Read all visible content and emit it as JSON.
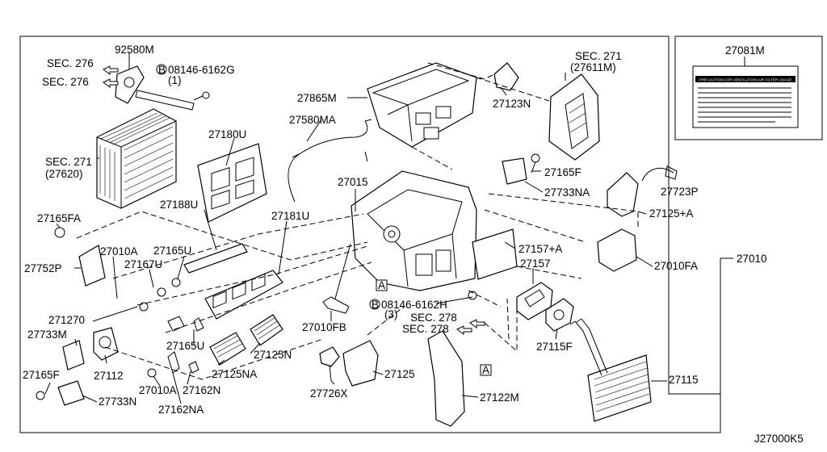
{
  "diagram_code": "J27000K5",
  "labels": {
    "p92580m": "92580M",
    "sec276a": "SEC. 276",
    "sec276b": "SEC. 276",
    "bolt1": "08146-6162G",
    "bolt1_qty": "(1)",
    "sec271a": "SEC. 271",
    "sec271a_ref": "(27620)",
    "p27180u": "27180U",
    "p27580ma": "27580MA",
    "p27865m": "27865M",
    "p27123n": "27123N",
    "sec271b": "SEC. 271",
    "sec271b_ref": "(27611M)",
    "p27081m": "27081M",
    "p27165f_top": "27165F",
    "p27733na": "27733NA",
    "p27723p": "27723P",
    "p27125a": "27125+A",
    "p27010": "27010",
    "p27015": "27015",
    "p27188u": "27188U",
    "p27181u": "27181U",
    "p27165fa": "27165FA",
    "p27752p": "27752P",
    "p27010a_top": "27010A",
    "p27167u": "27167U",
    "p27165u_top": "27165U",
    "p27157a": "27157+A",
    "p27157": "27157",
    "p27010fa": "27010FA",
    "p271270": "271270",
    "p27733m": "27733M",
    "p27165f_left": "27165F",
    "p27112": "27112",
    "p27010a_bot": "27010A",
    "p27162n": "27162N",
    "p27162na": "27162NA",
    "p27733n": "27733N",
    "p27165u_bot": "27165U",
    "p27125n": "27125N",
    "p27125na": "27125NA",
    "p27010fb": "27010FB",
    "bolt2": "08146-6162H",
    "bolt2_qty": "(3)",
    "sec278a": "SEC. 278",
    "sec278b": "SEC. 278",
    "p27726x": "27726X",
    "p27125": "27125",
    "p27122m": "27122M",
    "p27115f": "27115F",
    "p27115": "27115",
    "marker_a1": "A",
    "marker_a2": "A",
    "bolt_marker1": "B",
    "bolt_marker2": "B",
    "label_plate_text": "PRECAUTION FOR VENTILATION AIR FILTER USAGE"
  }
}
